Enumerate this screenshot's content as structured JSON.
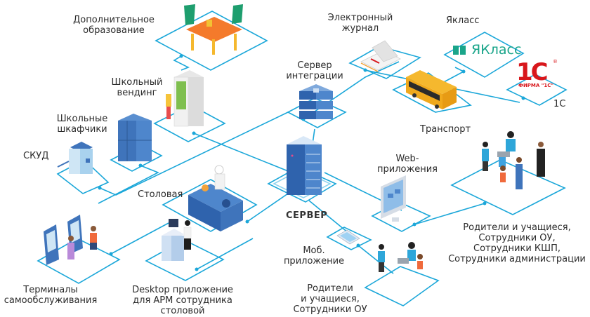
{
  "diagram": {
    "title": "Схема взаимодействия школьных сервисов",
    "accent_color": "#1ba7d9",
    "center": {
      "label": "СЕРВЕР",
      "icon": "server-rack-icon"
    },
    "nodes": [
      {
        "id": "extra-education",
        "label": "Дополнительное\nобразование",
        "icon": "activity-table-icon"
      },
      {
        "id": "vending",
        "label": "Школьный\nвендинг",
        "icon": "vending-machine-icon"
      },
      {
        "id": "lockers",
        "label": "Школьные\nшкафчики",
        "icon": "lockers-icon"
      },
      {
        "id": "access-control",
        "label": "СКУД",
        "icon": "turnstile-icon"
      },
      {
        "id": "canteen",
        "label": "Столовая",
        "icon": "kitchen-counter-icon"
      },
      {
        "id": "self-service",
        "label": "Терминалы\nсамообслуживания",
        "icon": "kiosk-terminal-icon"
      },
      {
        "id": "desktop-app",
        "label": "Desktop приложение\nдля АРМ сотрудника\nстоловой",
        "icon": "desktop-workstation-icon"
      },
      {
        "id": "integration-server",
        "label": "Сервер\nинтеграции",
        "icon": "database-server-icon"
      },
      {
        "id": "e-journal",
        "label": "Электронный\nжурнал",
        "icon": "open-book-icon"
      },
      {
        "id": "yaklass",
        "label": "Якласс",
        "icon": "yaklass-logo-icon",
        "logo_text": "ЯКласс"
      },
      {
        "id": "onec",
        "label": "1С",
        "icon": "onec-logo-icon",
        "logo_text": "1С",
        "logo_subtext": "ФИРМА \"1С\"",
        "logo_mark": "®"
      },
      {
        "id": "transport",
        "label": "Транспорт",
        "icon": "bus-icon"
      },
      {
        "id": "web-apps",
        "label": "Web-\nприложения",
        "icon": "monitor-icon"
      },
      {
        "id": "users-all",
        "label": "Родители и учащиеся,\nСотрудники ОУ,\nСотрудники  КШП,\nСотрудники администрации",
        "icon": "people-group-icon"
      },
      {
        "id": "mobile-app",
        "label": "Моб.\nприложение",
        "icon": "smartphone-icon"
      },
      {
        "id": "users-mobile",
        "label": "Родители\nи учащиеся,\nСотрудники ОУ",
        "icon": "parents-students-icon"
      }
    ]
  }
}
